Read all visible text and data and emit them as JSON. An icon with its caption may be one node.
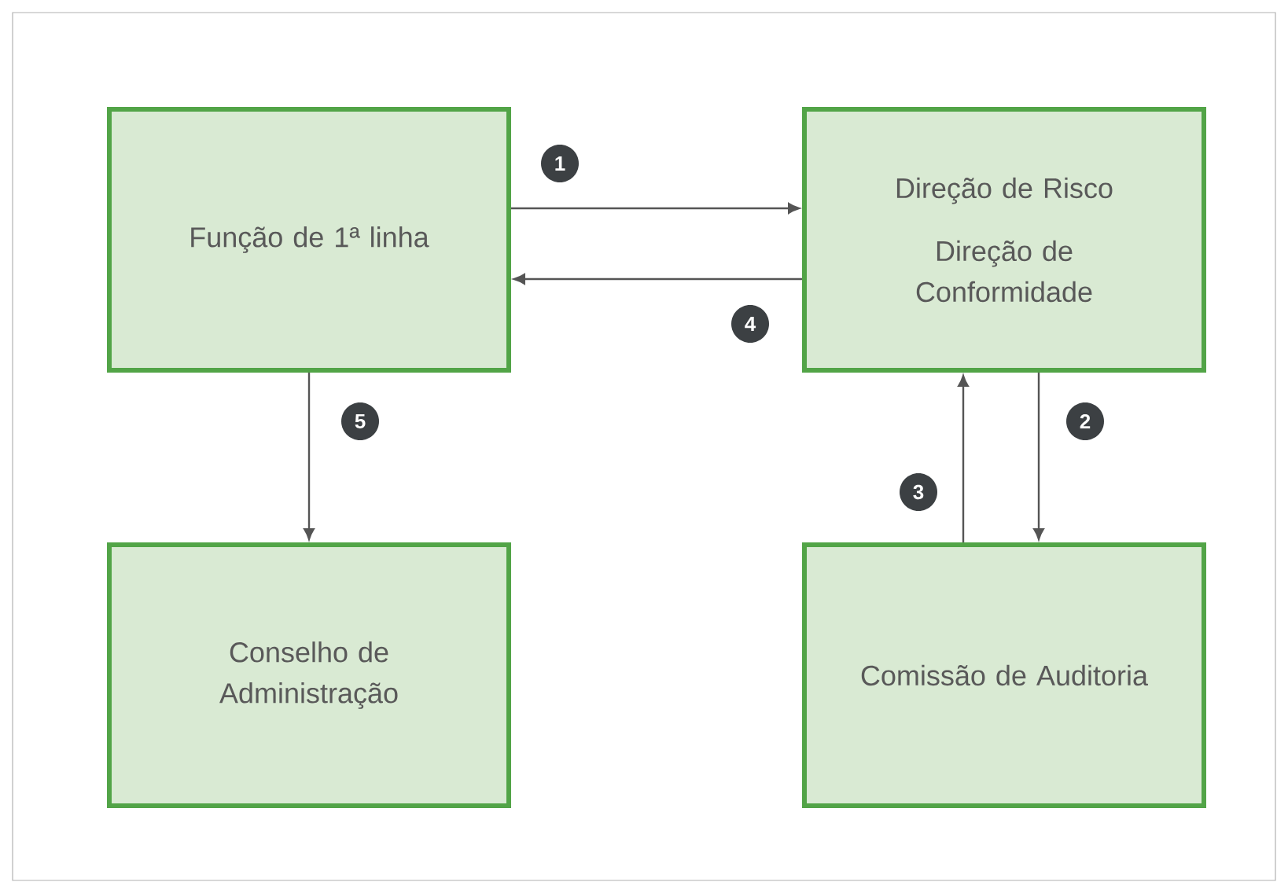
{
  "diagram": {
    "nodes": [
      {
        "text": [
          "Função de 1ª linha"
        ]
      },
      {
        "text": [
          "Direção de Risco",
          "Direção de Conformidade"
        ]
      },
      {
        "text": [
          "Conselho de Administração"
        ]
      },
      {
        "text": [
          "Comissão de Auditoria"
        ]
      }
    ],
    "edges": [
      {
        "from": 0,
        "to": 1,
        "arrow": "to",
        "label": "1"
      },
      {
        "from": 1,
        "to": 3,
        "arrow": "to",
        "label": "2"
      },
      {
        "from": 3,
        "to": 1,
        "arrow": "to",
        "label": "3"
      },
      {
        "from": 1,
        "to": 0,
        "arrow": "to",
        "label": "4"
      },
      {
        "from": 0,
        "to": 2,
        "arrow": "to",
        "label": "5"
      }
    ]
  }
}
